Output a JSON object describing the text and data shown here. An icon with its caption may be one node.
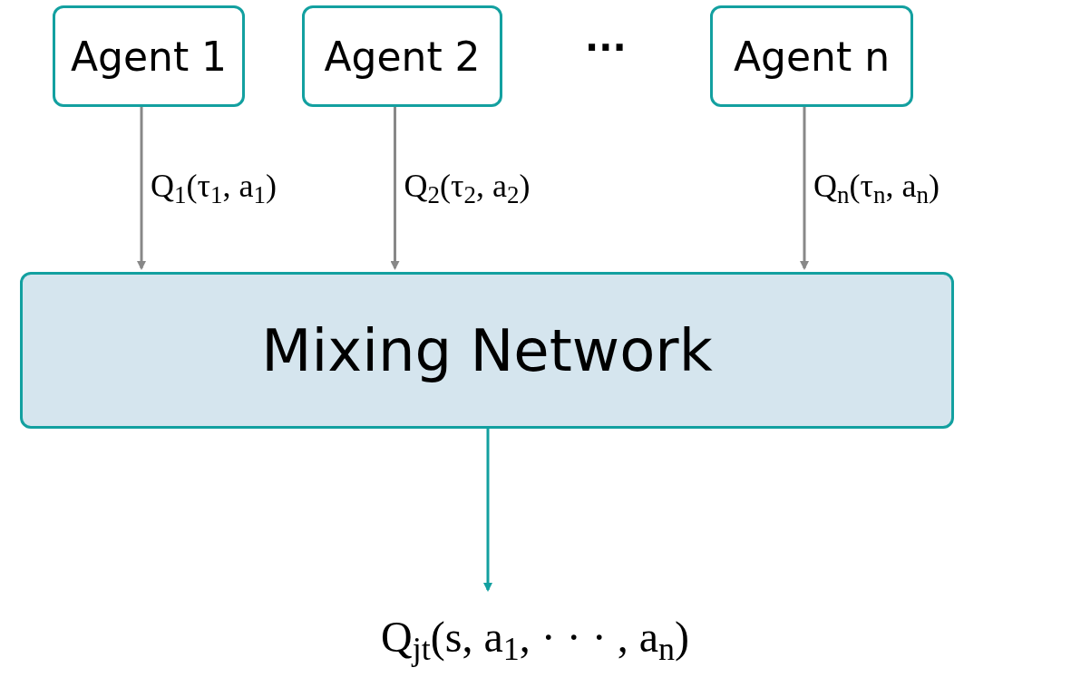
{
  "diagram": {
    "nodes": [
      {
        "text": [
          "Agent 1"
        ]
      },
      {
        "text": [
          "Agent 2"
        ]
      },
      {
        "text": [
          "Agent n"
        ]
      },
      {
        "text": [
          "Mixing Network"
        ]
      },
      {
        "text": [
          "Q$_{jt}$(s, a$_{1}$, · · · , a$_{n}$)"
        ]
      }
    ],
    "edges": [
      {
        "from": 0,
        "to": 3,
        "arrow": "to",
        "label": "Q$_{1}$(τ$_{1}$, a$_{1}$)"
      },
      {
        "from": 1,
        "to": 3,
        "arrow": "to",
        "label": "Q$_{2}$(τ$_{2}$, a$_{2}$)"
      },
      {
        "from": 2,
        "to": 3,
        "arrow": "to",
        "label": "Q$_{n}$(τ$_{n}$, a$_{n}$)"
      },
      {
        "from": 3,
        "to": 4,
        "arrow": "to",
        "color": "#13a0a0"
      }
    ],
    "labels": [
      "···"
    ]
  }
}
